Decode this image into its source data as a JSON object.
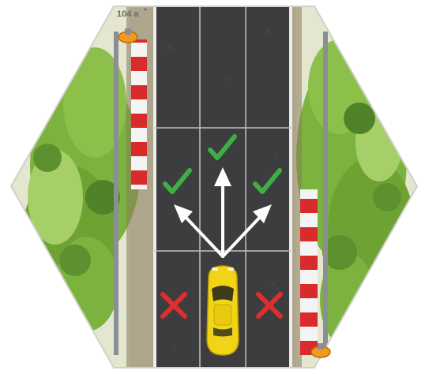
{
  "tile": {
    "id_label": "104 a",
    "shape": "hexagon",
    "theme": "racetrack-straight"
  },
  "track": {
    "lane_count": 3,
    "surface_color": "#3d3d3f",
    "curb_colors": [
      "#d92b2b",
      "#ffffff"
    ],
    "grass_color": "#6fae3a"
  },
  "car": {
    "color": "#f2d416",
    "lane": "center",
    "icon": "sports-car-icon"
  },
  "moves": [
    {
      "direction": "left-diagonal",
      "allowed": true,
      "icon": "check-icon"
    },
    {
      "direction": "forward",
      "allowed": true,
      "icon": "check-icon"
    },
    {
      "direction": "right-diagonal",
      "allowed": true,
      "icon": "check-icon"
    },
    {
      "direction": "left-sideways",
      "allowed": false,
      "icon": "cross-icon"
    },
    {
      "direction": "right-sideways",
      "allowed": false,
      "icon": "cross-icon"
    }
  ],
  "colors": {
    "allowed": "#3cb043",
    "forbidden": "#e02d2d",
    "arrow": "#ffffff"
  }
}
